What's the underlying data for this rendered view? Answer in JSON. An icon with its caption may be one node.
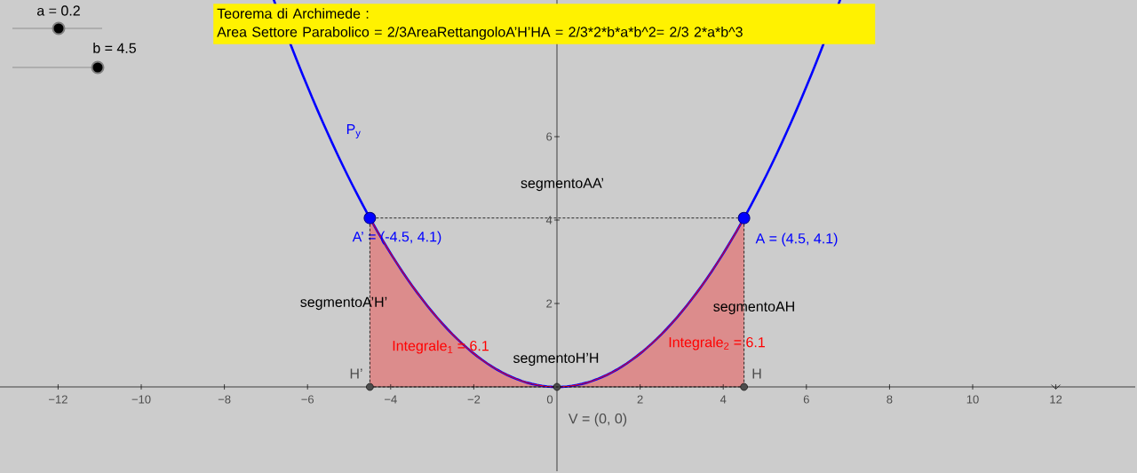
{
  "diagram": {
    "nodes": [
      {
        "text": [
          "Teorema di Archimede :",
          "Area Settore Parabolico = 2/3AreaRettangoloA’H’HA = 2/3*2*b*a*b^2= 2/3 2*a*b^3"
        ]
      },
      {
        "text": [],
        "shape": "circle",
        "beside": [
          "A’ = (-4.5, 4.1)"
        ]
      },
      {
        "text": [],
        "shape": "circle",
        "beside": [
          "A = (4.5, 4.1)"
        ]
      },
      {
        "text": [],
        "shape": "circle",
        "beside": [
          "H’"
        ]
      },
      {
        "text": [],
        "shape": "circle",
        "beside": [
          "H"
        ]
      },
      {
        "text": [],
        "shape": "circle",
        "beside": [
          "V = (0, 0)"
        ]
      }
    ],
    "edges": [
      {
        "from": 1,
        "to": 2,
        "arrow": "none",
        "label": "segmentoAA’"
      },
      {
        "from": 1,
        "to": 3,
        "arrow": "none",
        "label": "segmentoA’H’"
      },
      {
        "from": 2,
        "to": 4,
        "arrow": "none",
        "label": "segmentoAH"
      },
      {
        "from": 3,
        "to": 4,
        "arrow": "none",
        "label": "segmentoH’H"
      }
    ],
    "labels": [
      "a = 0.2",
      "b = 4.5",
      "P$_{y}$",
      "Integrale$_{1}$ = 6.1",
      "Integrale$_{2}$ = 6.1",
      "−12",
      "−10",
      "−8",
      "−6",
      "−4",
      "−2",
      "0",
      "2",
      "4",
      "6",
      "8",
      "10",
      "12",
      "2",
      "4",
      "6"
    ]
  }
}
